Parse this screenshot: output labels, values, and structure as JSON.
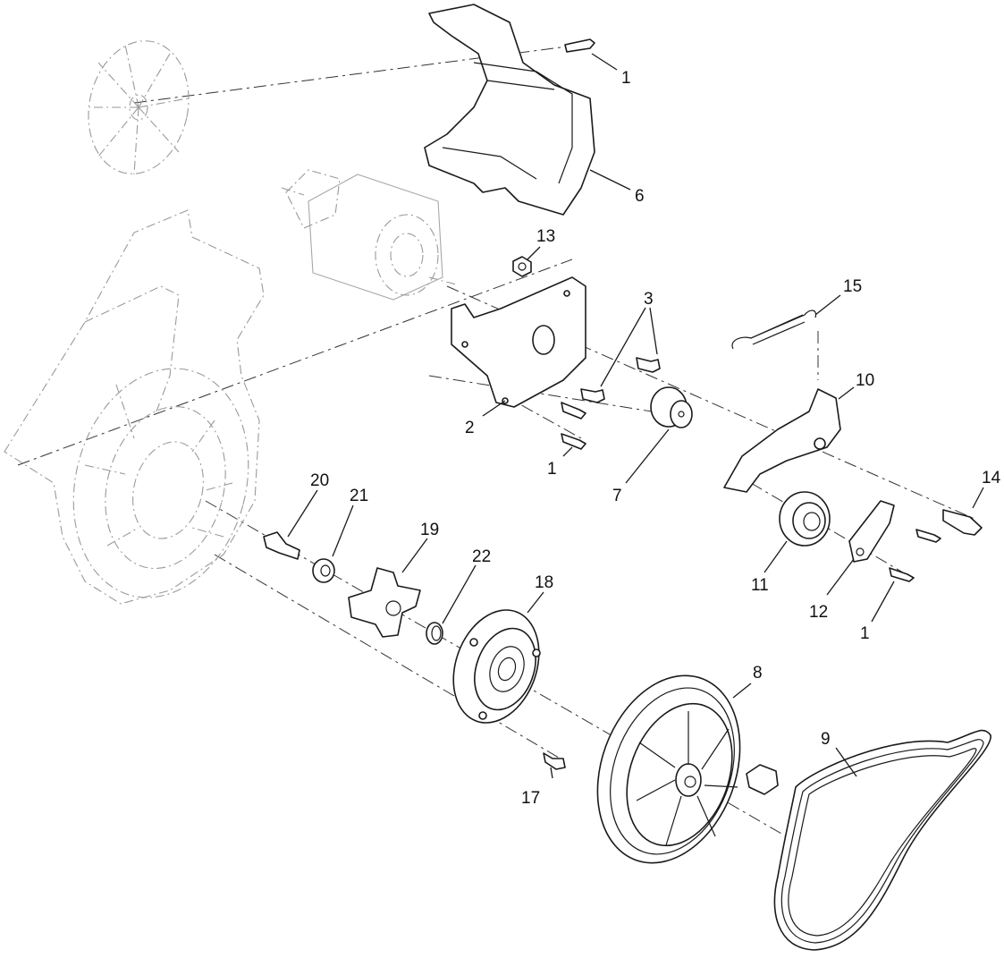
{
  "callouts": {
    "c1a": "1",
    "c1b": "1",
    "c1c": "1",
    "c2": "2",
    "c3": "3",
    "c6": "6",
    "c7": "7",
    "c8": "8",
    "c9": "9",
    "c10": "10",
    "c11": "11",
    "c12": "12",
    "c13": "13",
    "c14": "14",
    "c15": "15",
    "c17": "17",
    "c18": "18",
    "c19": "19",
    "c20": "20",
    "c21": "21",
    "c22": "22"
  }
}
